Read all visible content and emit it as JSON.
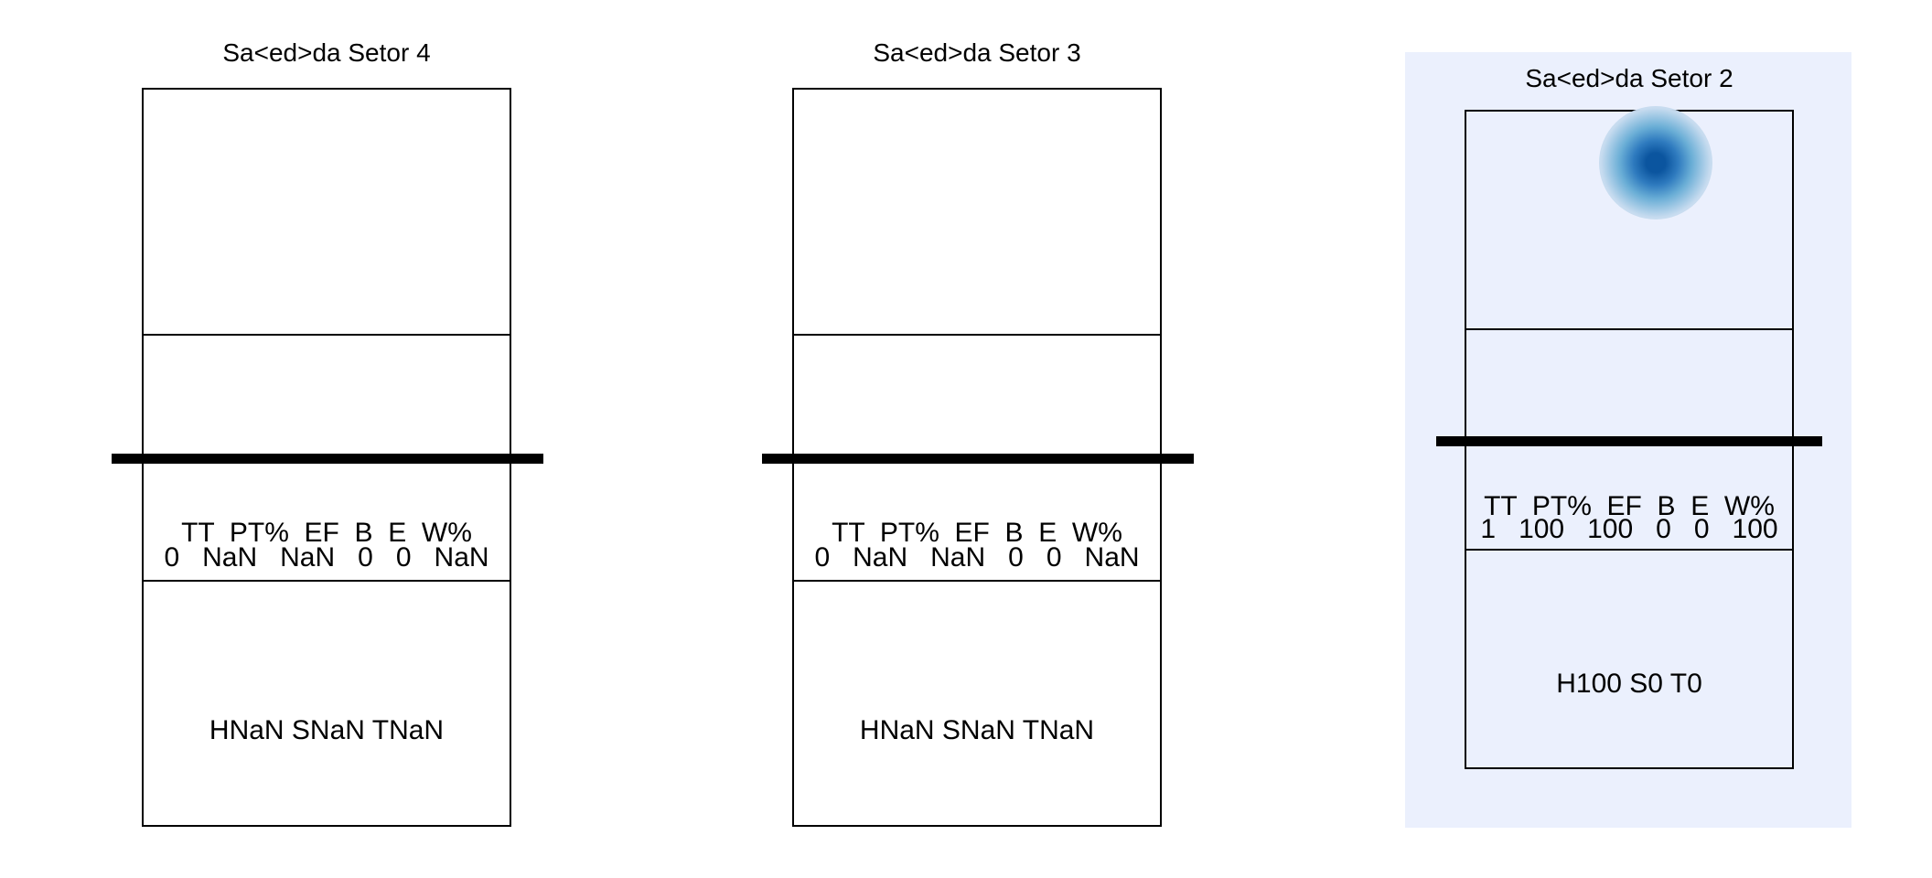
{
  "chart_data": [
    {
      "type": "heatmap",
      "title": "Sa<ed>da Setor 4",
      "stats_header": [
        "TT",
        "PT%",
        "EF",
        "B",
        "E",
        "W%"
      ],
      "stats_values": [
        "0",
        "NaN",
        "NaN",
        "0",
        "0",
        "NaN"
      ],
      "summary": "HNaN SNaN TNaN",
      "hotspots": [],
      "highlighted": false
    },
    {
      "type": "heatmap",
      "title": "Sa<ed>da Setor 3",
      "stats_header": [
        "TT",
        "PT%",
        "EF",
        "B",
        "E",
        "W%"
      ],
      "stats_values": [
        "0",
        "NaN",
        "NaN",
        "0",
        "0",
        "NaN"
      ],
      "summary": "HNaN SNaN TNaN",
      "hotspots": [],
      "highlighted": false
    },
    {
      "type": "heatmap",
      "title": "Sa<ed>da Setor 2",
      "stats_header": [
        "TT",
        "PT%",
        "EF",
        "B",
        "E",
        "W%"
      ],
      "stats_values": [
        "1",
        "100",
        "100",
        "0",
        "0",
        "100"
      ],
      "summary": "H100 S0 T0",
      "hotspots": [
        {
          "court_x": 0.58,
          "court_y": 0.08,
          "intensity": 1.0
        }
      ],
      "highlighted": true
    }
  ],
  "colors": {
    "highlight_background": "#ebf0fd",
    "heat_core": "#0b559f",
    "heat_edge": "#c6dbef",
    "line": "#000000"
  }
}
